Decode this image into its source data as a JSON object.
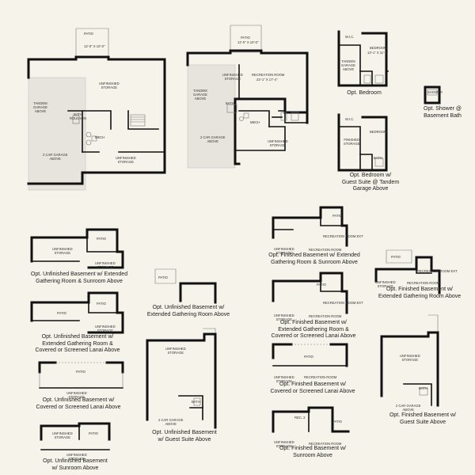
{
  "main": {
    "unfinished_storage_left": "UNFINISHED\nSTORAGE",
    "patio_left": "PATIO",
    "patio_left_dim": "12'-0\" x 10'-0\"",
    "tandem_left": "TANDEM\nGARAGE\nABOVE",
    "bath_left": "BATH\nROUGH-IN",
    "mech_left": "MECH",
    "unfinished_storage_left2": "UNFINISHED\nSTORAGE",
    "garage_left": "2 CAR GARAGE\nABOVE",
    "patio_mid": "PATIO",
    "patio_mid_dim": "12'-0\" x 10'-0\"",
    "unfinished_storage_mid": "UNFINISHED\nSTORAGE",
    "rec_room": "RECREATION ROOM",
    "rec_room_dim": "22'-1\" x 17'-4\"",
    "tandem_mid": "TANDEM\nGARAGE\nABOVE",
    "bath_mid": "BATH",
    "mech_mid": "MECH",
    "unfinished_storage_mid2": "UNFINISHED\nSTORAGE",
    "garage_mid": "2 CAR GARAGE\nABOVE"
  },
  "options": {
    "bedroom": "Opt. Bedroom",
    "shower": "Opt. Shower @\nBasement Bath",
    "bedroom_suite": "Opt. Bedroom w/\nGuest Suite @ Tandem\nGarage Above",
    "unf_ext_gathering_sunroom": "Opt. Unfinished Basement w/ Extended\nGathering Room & Sunroom Above",
    "unf_ext_gathering_lanai": "Opt. Unfinished Basement w/\nExtended Gathering Room &\nCovered or Screened Lanai Above",
    "unf_lanai": "Opt. Unfinished Basement w/\nCovered or Screened Lanai Above",
    "unf_sunroom": "Opt. Unfinished Basement\nw/ Sunroom Above",
    "unf_ext_gathering": "Opt. Unfinished Basement w/\nExtended Gathering Room Above",
    "unf_guest_suite": "Opt. Unfinished Basement\nw/ Guest Suite Above",
    "fin_ext_gathering_sunroom": "Opt. Finished Basement w/ Extended\nGathering Room & Sunroom Above",
    "fin_ext_gathering_lanai": "Opt. Finished Basement w/\nExtended Gathering Room &\nCovered or Screened Lanai Above",
    "fin_lanai": "Opt. Finished Basement w/\nCovered or Screened Lanai Above",
    "fin_sunroom": "Opt. Finished Basement w/\nSunroom Above",
    "fin_ext_gathering": "Opt. Finished Basement w/\nExtended Gathering Room Above",
    "fin_guest_suite": "Opt. Finished Basement w/\nGuest Suite Above"
  },
  "small": {
    "wic": "W.I.C.",
    "bedroom": "BEDROOM",
    "bedroom_dim": "13'-1\" x 11'-8\"",
    "tandem": "TANDEM\nGARAGE\nABOVE",
    "finished_storage": "FINISHED\nSTORAGE",
    "bath": "BATH",
    "shower": "SHOWER",
    "patio": "PATIO",
    "rec_room": "RECREATION ROOM",
    "rec_room_ext": "RECREATION ROOM EXT",
    "rec2": "REC. 2",
    "unfinished_storage": "UNFINISHED\nSTORAGE",
    "garage": "2 CAR GARAGE\nABOVE"
  }
}
